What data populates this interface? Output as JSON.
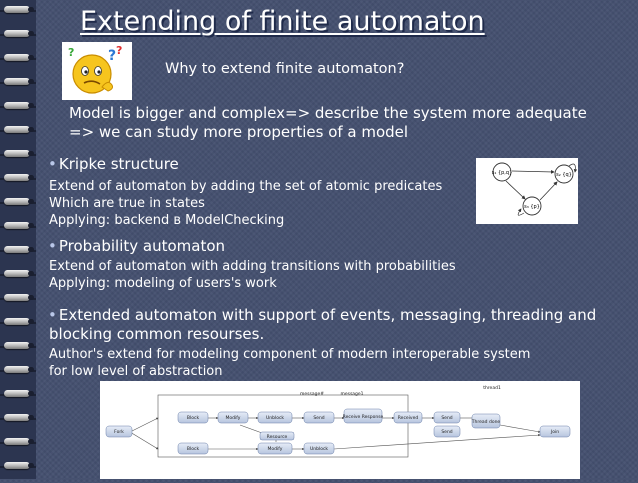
{
  "title": "Extending of finite automaton",
  "question": "Why to extend finite automaton?",
  "intro": [
    "Model is bigger and complex=> describe the system more adequate",
    "=> we can study more properties of a model"
  ],
  "sections": [
    {
      "heading": "Kripke structure",
      "lines": [
        "Extend of automaton by adding the set of atomic predicates",
        "Which are true in states",
        "Applying: backend в ModelChecking"
      ]
    },
    {
      "heading": "Probability automaton",
      "lines": [
        "Extend of automaton with adding transitions with probabilities",
        "Applying: modeling of users's work"
      ]
    },
    {
      "heading_lines": [
        "Extended automaton with support of events, messaging, threading and",
        "blocking common resourses."
      ],
      "lines": [
        "Author's extend for modeling component of modern interoperable system",
        "for low level of abstraction"
      ]
    }
  ],
  "kripke_diagram": {
    "states": [
      "s₁ {p,q}",
      "s₂ {q}",
      "s₃ {p}"
    ]
  },
  "component_diagram": {
    "nodes": [
      "Fork",
      "Block",
      "Modify",
      "Unblock",
      "Send",
      "Receive Response",
      "Received",
      "Send",
      "Send",
      "Resource",
      "Block",
      "Modify",
      "Unblock",
      "Join",
      "Thread done"
    ],
    "labels": [
      "message#",
      "message1",
      "thread1"
    ]
  },
  "colors": {
    "background": "#44506f",
    "text": "#ffffff"
  }
}
